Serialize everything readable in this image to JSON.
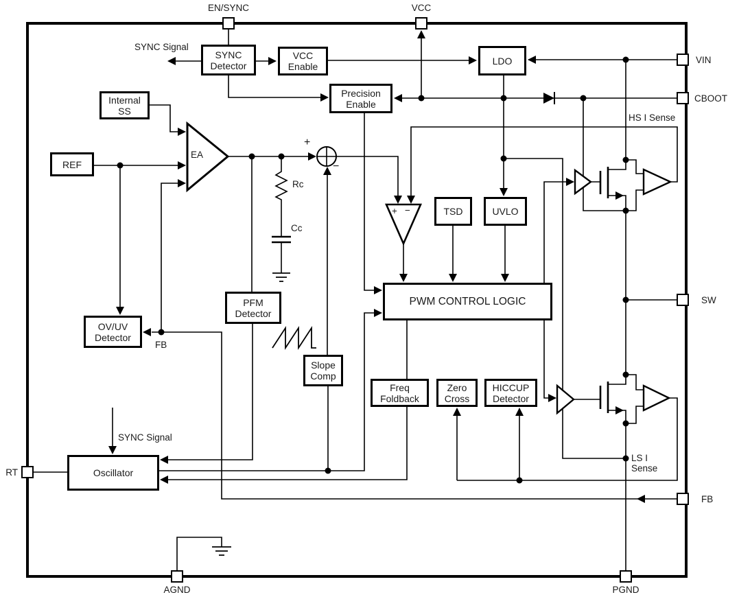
{
  "diagram": {
    "pins": {
      "en_sync": "EN/SYNC",
      "vcc": "VCC",
      "vin": "VIN",
      "cboot": "CBOOT",
      "sw": "SW",
      "fb": "FB",
      "rt": "RT",
      "agnd": "AGND",
      "pgnd": "PGND"
    },
    "blocks": {
      "sync_detector": "SYNC\nDetector",
      "vcc_enable": "VCC\nEnable",
      "ldo": "LDO",
      "precision_enable": "Precision\nEnable",
      "internal_ss": "Internal\nSS",
      "ref": "REF",
      "tsd": "TSD",
      "uvlo": "UVLO",
      "pwm_control_logic": "PWM CONTROL LOGIC",
      "pfm_detector": "PFM\nDetector",
      "ovuv_detector": "OV/UV\nDetector",
      "slope_comp": "Slope\nComp",
      "freq_foldback": "Freq\nFoldback",
      "zero_cross": "Zero\nCross",
      "hiccup_detector": "HICCUP\nDetector",
      "oscillator": "Oscillator"
    },
    "labels": {
      "sync_signal_top": "SYNC Signal",
      "sync_signal_bottom": "SYNC Signal",
      "hs_i_sense": "HS I Sense",
      "ls_i_sense": "LS I\nSense",
      "fb_net": "FB",
      "rc": "Rc",
      "cc": "Cc",
      "ea": "EA",
      "sum_plus": "+",
      "sum_minus": "−",
      "comp_plus": "+",
      "comp_minus": "−"
    },
    "colors": {
      "line": "#000000",
      "background": "#ffffff"
    }
  }
}
